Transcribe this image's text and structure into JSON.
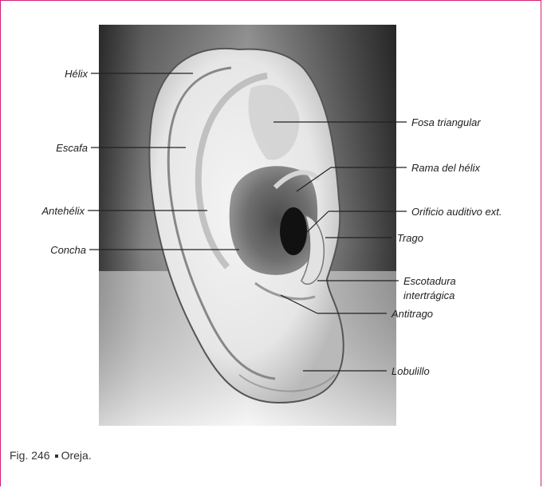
{
  "figure": {
    "labels": {
      "helix": "Hélix",
      "escafa": "Escafa",
      "antehelix": "Antehélix",
      "concha": "Concha",
      "fosa_triangular": "Fosa triangular",
      "rama_helix": "Rama del hélix",
      "orificio": "Orificio auditivo ext.",
      "trago": "Trago",
      "escotadura_1": "Escotadura",
      "escotadura_2": "intertrágica",
      "antitrago": "Antitrago",
      "lobulillo": "Lobulillo"
    },
    "caption": {
      "number": "Fig. 246",
      "title": "Oreja."
    }
  },
  "colors": {
    "frame": "#d21f73"
  }
}
